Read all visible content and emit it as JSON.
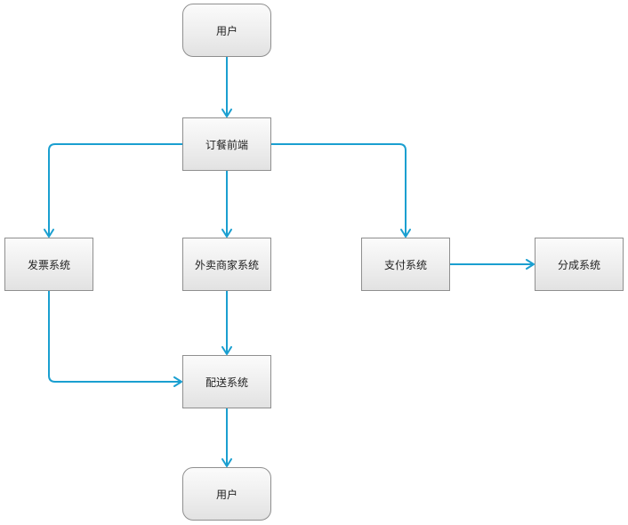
{
  "diagram": {
    "nodes": {
      "user_top": "用户",
      "order_frontend": "订餐前端",
      "invoice_system": "发票系统",
      "merchant_system": "外卖商家系统",
      "payment_system": "支付系统",
      "revenue_split_system": "分成系统",
      "delivery_system": "配送系统",
      "user_bottom": "用户"
    },
    "edges": [
      {
        "from": "user_top",
        "to": "order_frontend"
      },
      {
        "from": "order_frontend",
        "to": "invoice_system"
      },
      {
        "from": "order_frontend",
        "to": "merchant_system"
      },
      {
        "from": "order_frontend",
        "to": "payment_system"
      },
      {
        "from": "payment_system",
        "to": "revenue_split_system"
      },
      {
        "from": "merchant_system",
        "to": "delivery_system"
      },
      {
        "from": "invoice_system",
        "to": "delivery_system"
      },
      {
        "from": "delivery_system",
        "to": "user_bottom"
      }
    ],
    "colors": {
      "connector": "#1a9fd0",
      "node_border": "#8f8f8f",
      "node_fill_top": "#fbfbfb",
      "node_fill_bottom": "#e2e2e2",
      "text": "#222222"
    }
  }
}
